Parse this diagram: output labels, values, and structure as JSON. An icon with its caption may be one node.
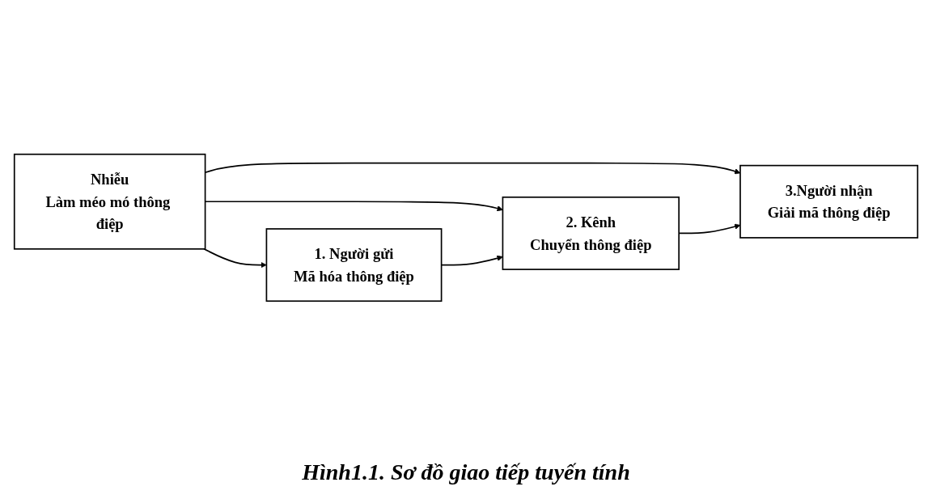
{
  "diagram": {
    "caption": "Hình1.1. Sơ đồ giao tiếp tuyến tính",
    "nodes": [
      {
        "text": [
          "Nhiễu",
          "Làm méo mó thông điệp"
        ]
      },
      {
        "text": [
          "1. Người gửi",
          "Mã hóa thông điệp"
        ]
      },
      {
        "text": [
          "2. Kênh",
          "Chuyển thông điệp"
        ]
      },
      {
        "text": [
          "3.Người nhận",
          "Giải mã thông điệp"
        ]
      }
    ],
    "edges": [
      {
        "from": 0,
        "to": 1,
        "arrow": "to"
      },
      {
        "from": 0,
        "to": 2,
        "arrow": "to"
      },
      {
        "from": 0,
        "to": 3,
        "arrow": "to"
      },
      {
        "from": 1,
        "to": 2,
        "arrow": "to"
      },
      {
        "from": 2,
        "to": 3,
        "arrow": "to"
      }
    ]
  }
}
